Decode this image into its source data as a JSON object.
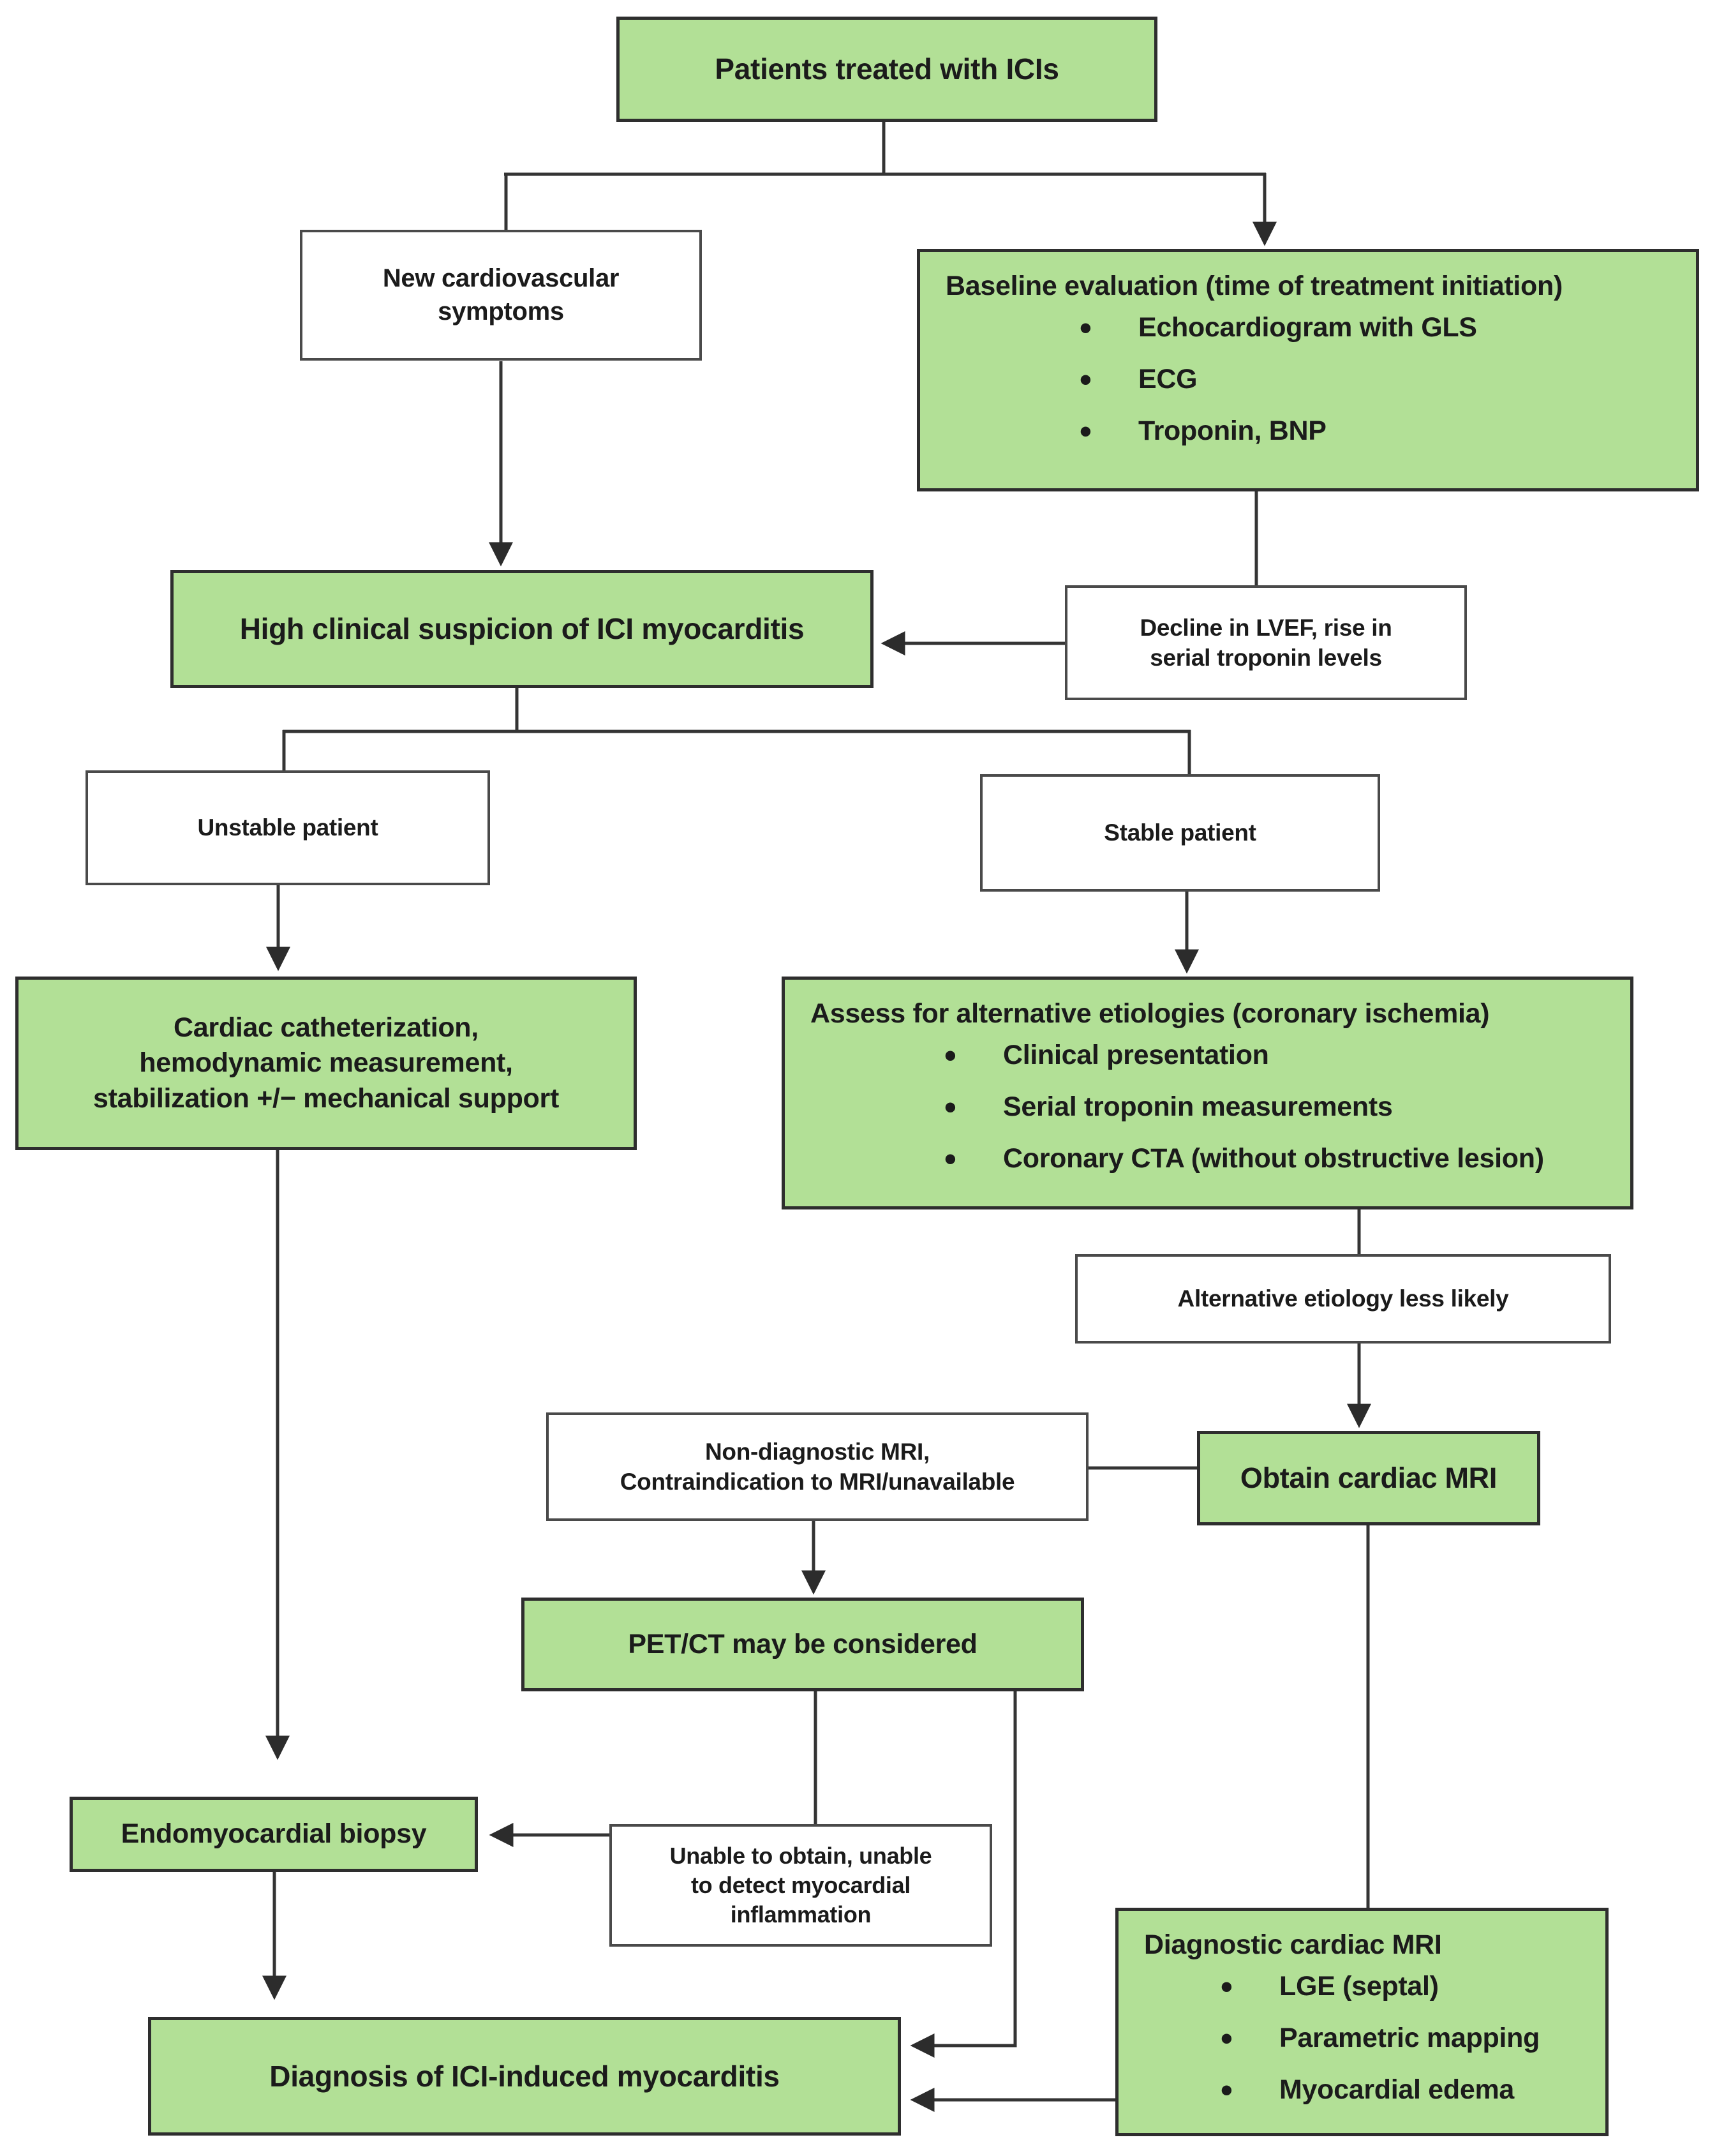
{
  "figure": {
    "type": "clinical-flowchart",
    "topic": "Diagnostic pathway for ICI myocarditis",
    "colors": {
      "node_fill_green": "#b2e096",
      "node_fill_white": "#ffffff",
      "node_border_green": "#2e2e2e",
      "node_border_white": "#4a4a4a",
      "connector": "#343434",
      "text": "#1b1b1b",
      "background": "#ffffff"
    }
  },
  "nodes": {
    "patients": {
      "label": "Patients treated with ICIs"
    },
    "new_cv_symptoms": {
      "label": "New cardiovascular\nsymptoms"
    },
    "baseline_eval": {
      "title": "Baseline evaluation (time of treatment initiation)",
      "bullets": [
        "Echocardiogram with GLS",
        "ECG",
        "Troponin, BNP"
      ]
    },
    "high_suspicion": {
      "label": "High clinical suspicion of ICI myocarditis"
    },
    "decline_lvef": {
      "label": "Decline in LVEF, rise in\nserial troponin levels"
    },
    "unstable": {
      "label": "Unstable patient"
    },
    "stable": {
      "label": "Stable patient"
    },
    "cardiac_cath": {
      "label": "Cardiac catheterization,\nhemodynamic measurement,\nstabilization +/− mechanical support"
    },
    "assess_alt": {
      "title": "Assess for alternative etiologies (coronary ischemia)",
      "bullets": [
        "Clinical presentation",
        "Serial troponin measurements",
        "Coronary CTA (without obstructive lesion)"
      ]
    },
    "alt_less_likely": {
      "label": "Alternative etiology less likely"
    },
    "non_diagnostic": {
      "label": "Non-diagnostic MRI,\nContraindication to MRI/unavailable"
    },
    "obtain_mri": {
      "label": "Obtain cardiac MRI"
    },
    "petct": {
      "label": "PET/CT may be considered"
    },
    "unable_obtain": {
      "label": "Unable to obtain, unable\nto detect myocardial\ninflammation"
    },
    "biopsy": {
      "label": "Endomyocardial biopsy"
    },
    "diag_mri": {
      "title": "Diagnostic cardiac MRI",
      "bullets": [
        "LGE (septal)",
        "Parametric mapping",
        "Myocardial edema"
      ]
    },
    "diagnosis": {
      "label": "Diagnosis of ICI-induced myocarditis"
    }
  }
}
